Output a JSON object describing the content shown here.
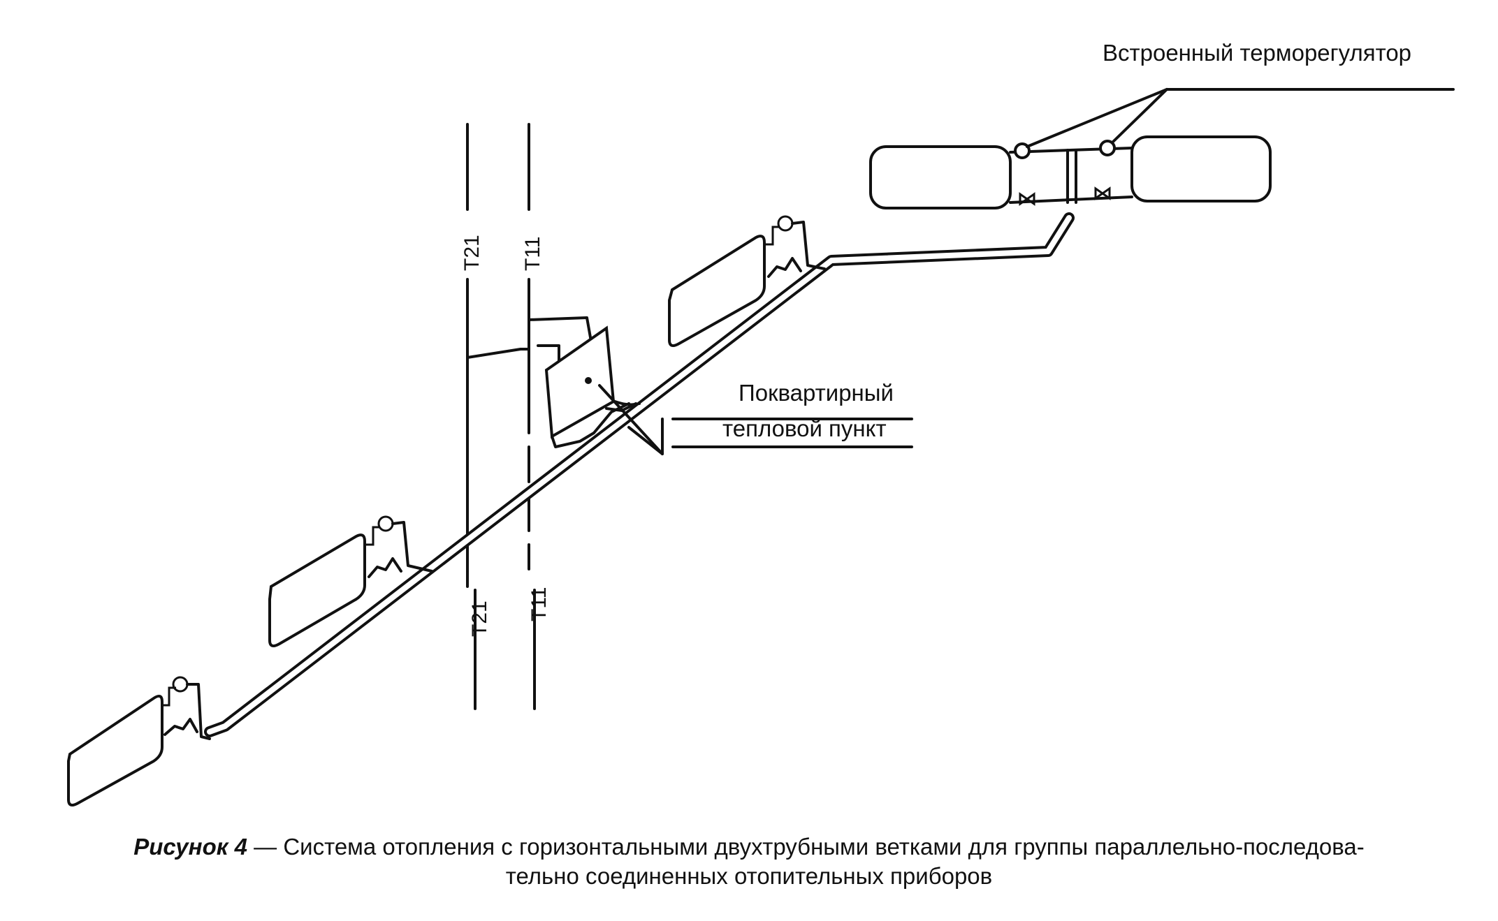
{
  "labels": {
    "thermo_regulator": "Встроенный терморегулятор",
    "heat_point_line1": "Поквартирный",
    "heat_point_line2": "тепловой пункт",
    "riser_supply": "T21",
    "riser_return": "T11"
  },
  "caption": {
    "figure_label": "Рисунок 4",
    "line1_text": " — Система отопления с горизонтальными двухтрубными ветками для группы параллельно-последова-",
    "line2_text": "тельно соединенных отопительных приборов"
  }
}
